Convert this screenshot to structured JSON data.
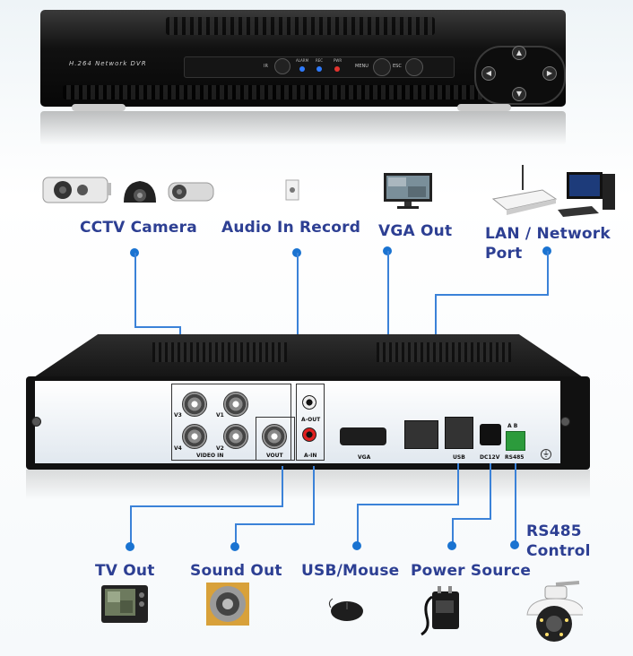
{
  "front": {
    "model_text": "H.264 Network DVR",
    "small_labels": [
      "IR",
      "ALARM",
      "REC",
      "PWR",
      "MENU",
      "ESC"
    ]
  },
  "back": {
    "port_labels": [
      "V3",
      "V1",
      "V4",
      "V2",
      "VIDEO IN",
      "VOUT",
      "A-OUT",
      "A-IN",
      "VGA",
      "USB",
      "DC12V",
      "A B",
      "RS485"
    ]
  },
  "labels": {
    "cctv": "CCTV Camera",
    "audio_in": "Audio In Record",
    "vga": "VGA Out",
    "lan": "LAN / Network Port",
    "tv_out": "TV Out",
    "sound_out": "Sound Out",
    "usb": "USB/Mouse",
    "power": "Power Source",
    "rs485": "RS485 Control"
  },
  "colors": {
    "label_text": "#2d3f93",
    "connector_line": "#3b82d8",
    "connector_dot": "#1a73d1",
    "device_body": "#111111"
  },
  "icons": [
    "cctv-camera-icon",
    "microphone-icon",
    "monitor-icon",
    "router-icon",
    "desktop-pc-icon",
    "tv-icon",
    "speaker-icon",
    "mouse-icon",
    "power-adapter-icon",
    "ptz-dome-camera-icon"
  ]
}
